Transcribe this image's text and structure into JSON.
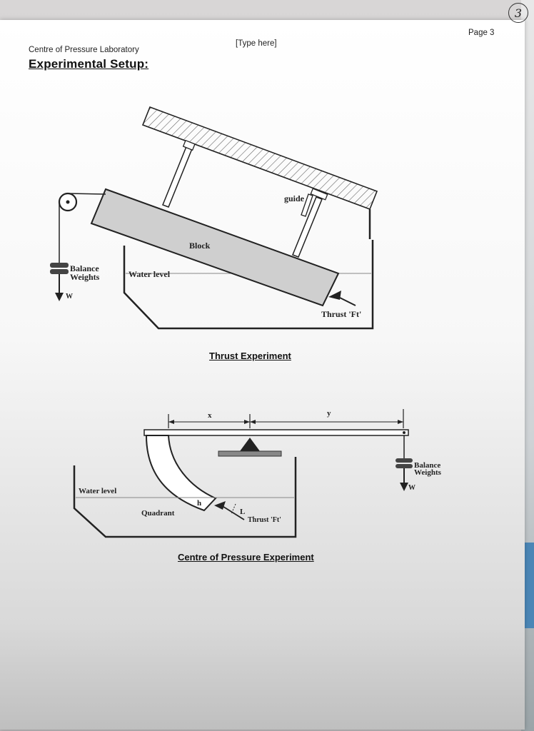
{
  "page_number_mark": "3",
  "header": {
    "page_label": "Page 3",
    "placeholder": "[Type here]",
    "lab_name": "Centre of Pressure Laboratory"
  },
  "section_title": "Experimental Setup:",
  "thrust_diagram": {
    "block_label": "Block",
    "guide_label": "guide",
    "balance_weights_line1": "Balance",
    "balance_weights_line2": "Weights",
    "weight_symbol": "W",
    "water_level_label": "Water level",
    "thrust_label": "Thrust 'Ft'",
    "caption": "Thrust Experiment"
  },
  "cop_diagram": {
    "x_label": "x",
    "y_label": "y",
    "balance_weights_line1": "Balance",
    "balance_weights_line2": "Weights",
    "weight_symbol": "W",
    "water_level_label": "Water level",
    "h_label": "h",
    "l_label": "L",
    "quadrant_label": "Quadrant",
    "thrust_label": "Thrust 'Ft'",
    "caption": "Centre of Pressure Experiment"
  }
}
